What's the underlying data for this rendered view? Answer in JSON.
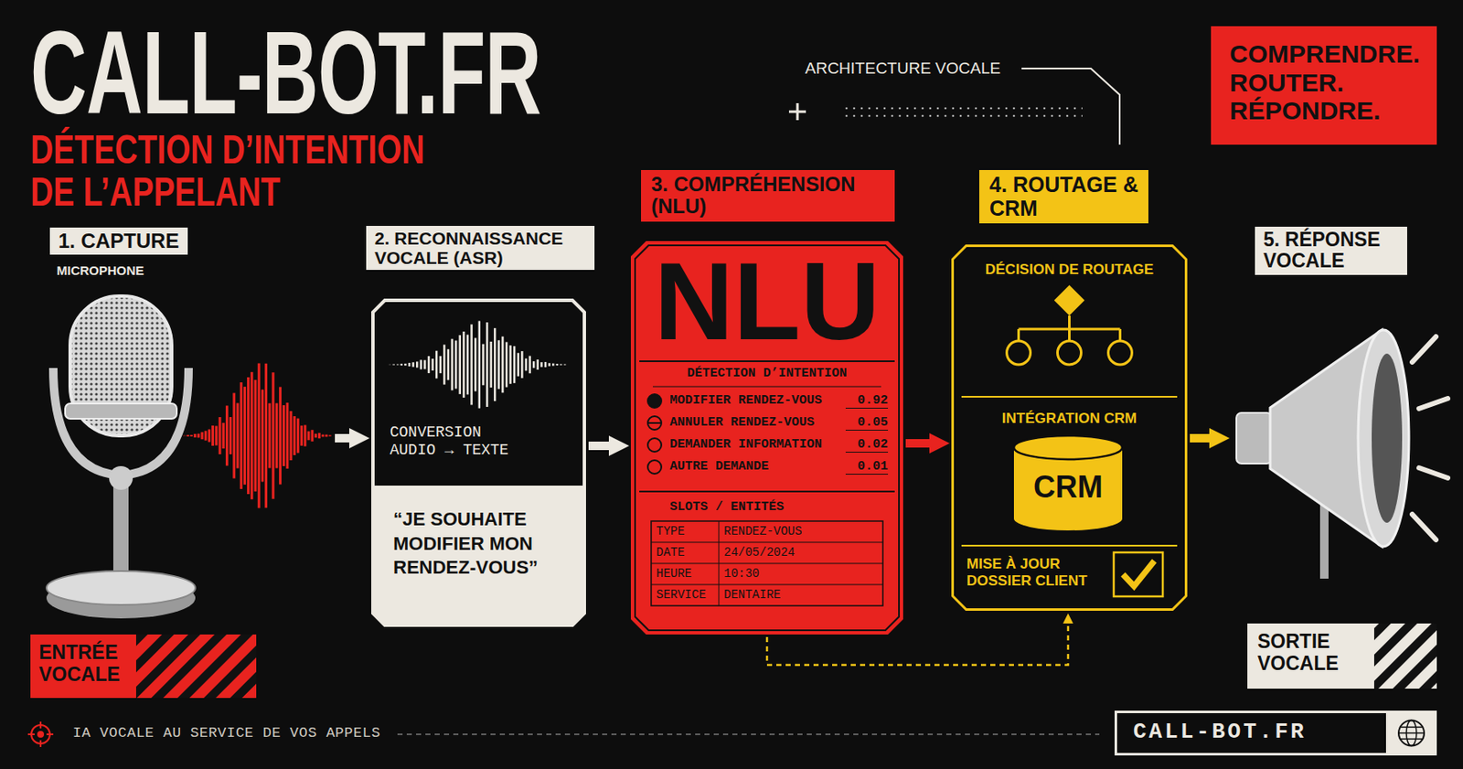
{
  "diagram": {
    "title": "CALL-BOT.FR",
    "nodes": [
      {
        "text": [
          "COMPRENDRE. ROUTER. RÉPONDRE."
        ]
      },
      {
        "text": [
          "1. CAPTURE",
          "MICROPHONE"
        ]
      },
      {
        "text": [
          "ENTRÉE VOCALE"
        ]
      },
      {
        "text": [
          "2. RECONNAISSANCE VOCALE (ASR)",
          "CONVERSION AUDIO → TEXTE"
        ]
      },
      {
        "text": [
          "“JE SOUHAITE MODIFIER MON RENDEZ-VOUS”"
        ],
        "in": 3
      },
      {
        "text": [
          "3. COMPRÉHENSION (NLU)",
          "NLU"
        ]
      },
      {
        "text": [
          "DÉTECTION D’INTENTION",
          "MODIFIER RENDEZ-VOUS",
          "0.92",
          "ANNULER RENDEZ-VOUS",
          "0.05",
          "DEMANDER INFORMATION",
          "0.02",
          "AUTRE DEMANDE",
          "0.01"
        ],
        "in": 5
      },
      {
        "text": [
          "SLOTS / ENTITÉS",
          "TYPE",
          "RENDEZ-VOUS",
          "DATE",
          "24/05/2024",
          "HEURE",
          "10:30",
          "SERVICE",
          "DENTAIRE"
        ],
        "in": 5
      },
      {
        "text": [
          "4. ROUTAGE & CRM",
          "DÉCISION DE ROUTAGE",
          "INTÉGRATION CRM",
          "MISE À JOUR DOSSIER CLIENT"
        ]
      },
      {
        "text": [
          "CRM"
        ],
        "in": 8
      },
      {
        "text": [
          "5. RÉPONSE VOCALE"
        ]
      },
      {
        "text": [
          "SORTIE VOCALE"
        ]
      },
      {
        "text": [
          "CALL-BOT.FR"
        ]
      }
    ],
    "edges": [
      {
        "from": 1,
        "to": 3,
        "arrow": "to"
      },
      {
        "from": 3,
        "to": 5,
        "arrow": "to"
      },
      {
        "from": 5,
        "to": 8,
        "arrow": "to"
      },
      {
        "from": 8,
        "to": 10,
        "arrow": "to"
      },
      {
        "from": 5,
        "to": 8,
        "arrow": "to"
      }
    ],
    "labels": [
      "DÉTECTION D’INTENTION DE L’APPELANT",
      "ARCHITECTURE VOCALE",
      "IA VOCALE AU SERVICE DE VOS APPELS"
    ]
  }
}
